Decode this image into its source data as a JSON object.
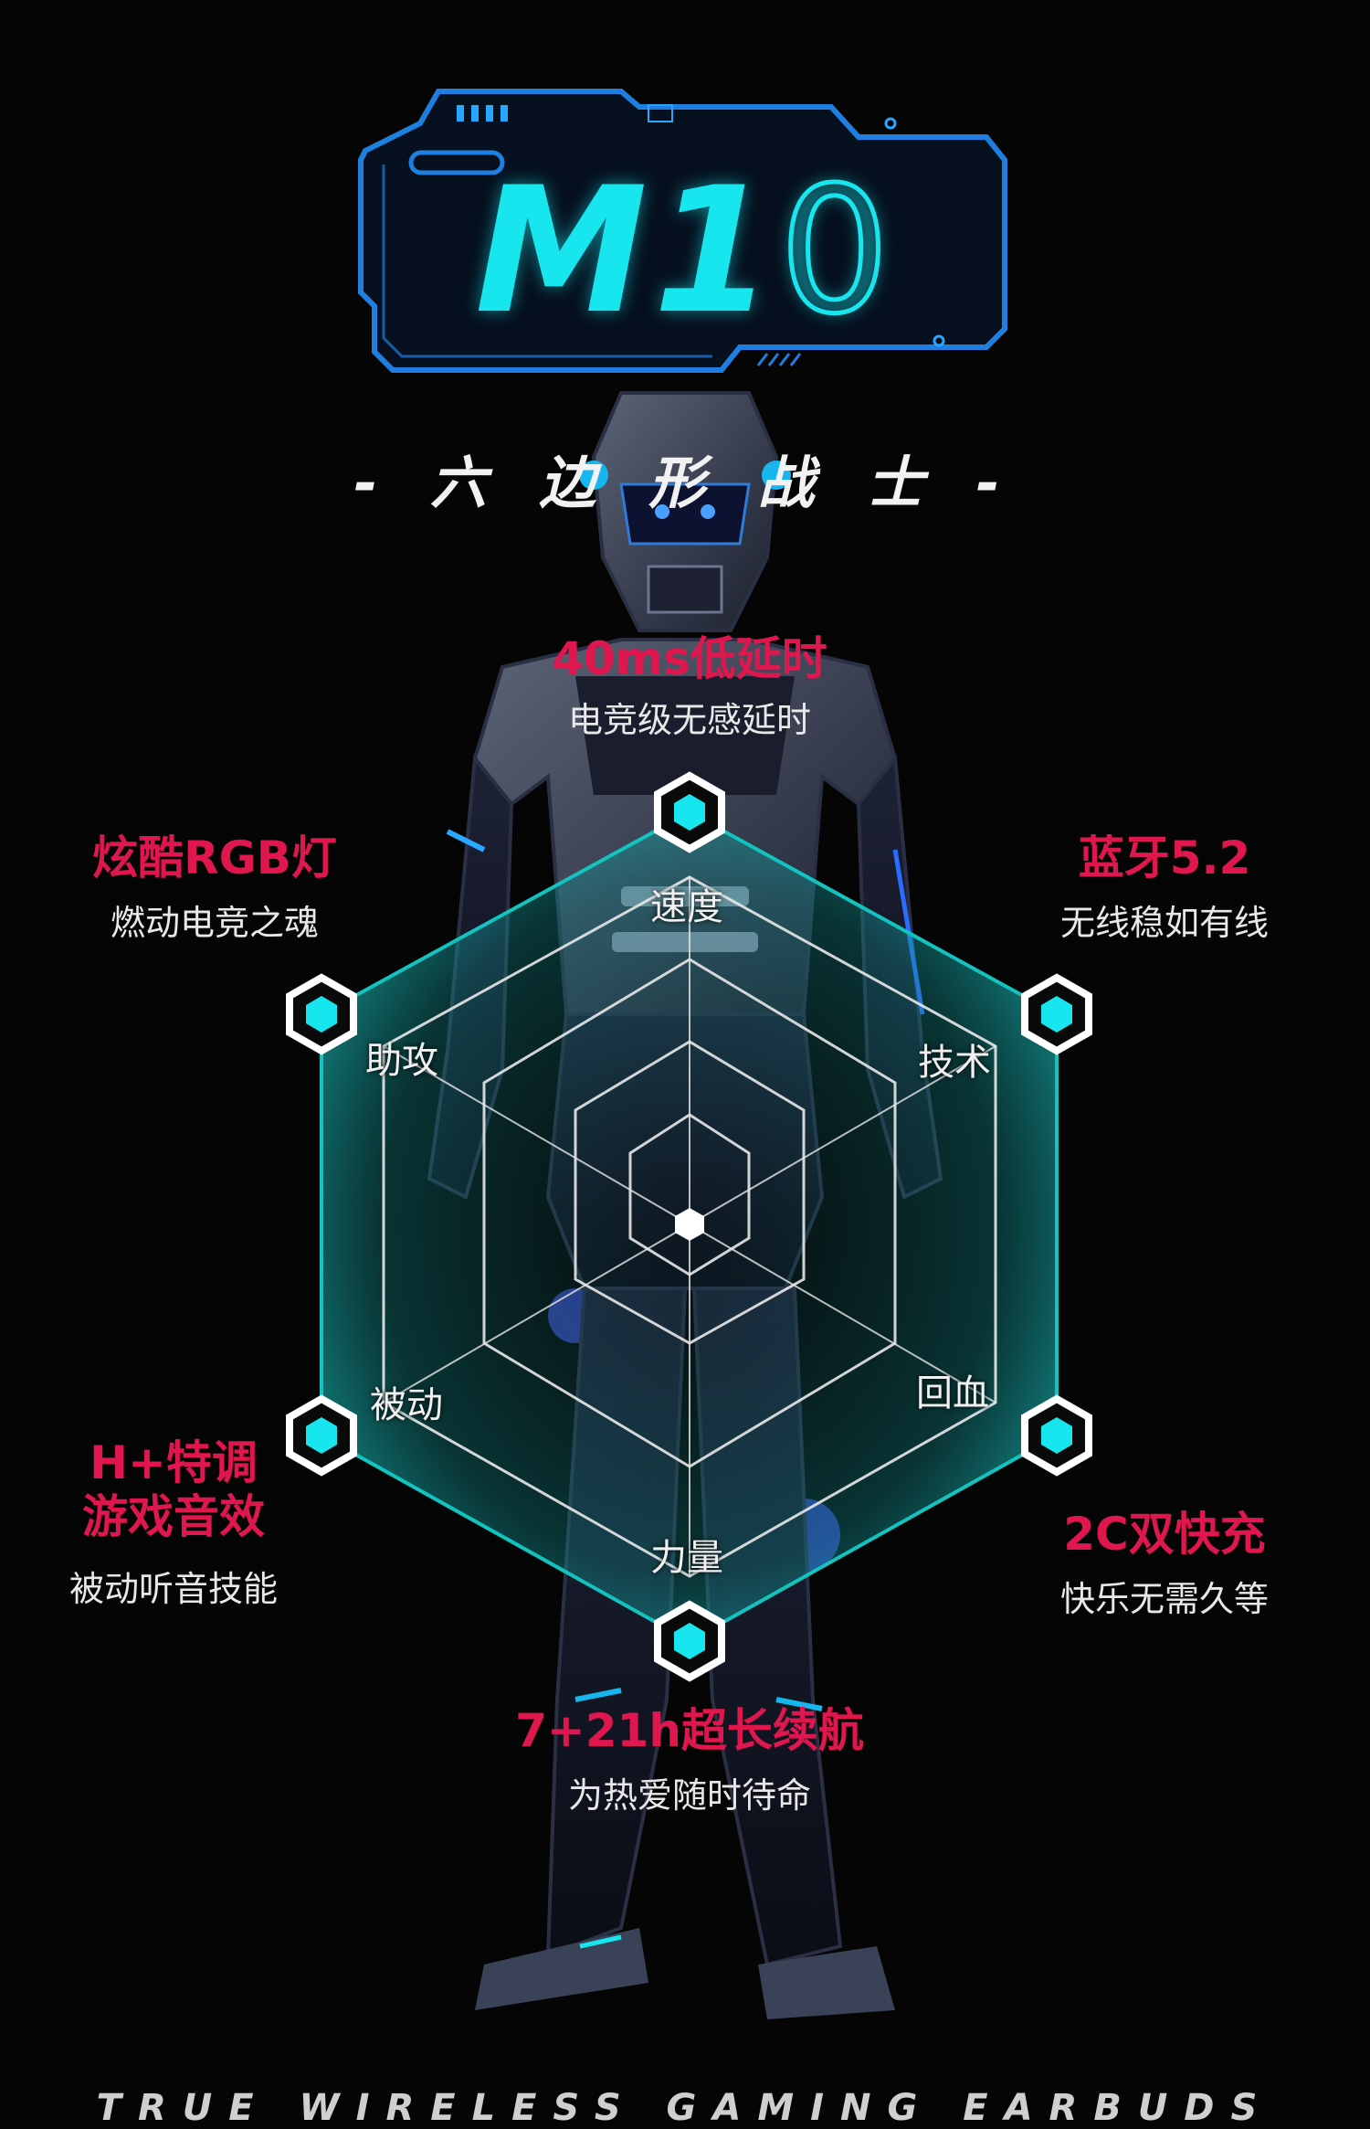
{
  "title": {
    "model": "M1",
    "model_suffix": "0",
    "subtitle": "- 六 边 形 战 士 -"
  },
  "colors": {
    "accent_cyan": "#18e6ee",
    "accent_red": "#e0174f",
    "badge_blue": "#1f7fe0",
    "hex_fill": "#11a8a6"
  },
  "radar": {
    "axes": [
      {
        "label": "速度"
      },
      {
        "label": "技术"
      },
      {
        "label": "回血"
      },
      {
        "label": "力量"
      },
      {
        "label": "被动"
      },
      {
        "label": "助攻"
      }
    ]
  },
  "features": {
    "top": {
      "title": "40ms低延时",
      "desc": "电竞级无感延时"
    },
    "top_right": {
      "title": "蓝牙5.2",
      "desc": "无线稳如有线"
    },
    "bottom_right": {
      "title": "2C双快充",
      "desc": "快乐无需久等"
    },
    "bottom": {
      "title": "7+21h超长续航",
      "desc": "为热爱随时待命"
    },
    "bottom_left": {
      "title_line1": "H+特调",
      "title_line2": "游戏音效",
      "desc": "被动听音技能"
    },
    "top_left": {
      "title": "炫酷RGB灯",
      "desc": "燃动电竞之魂"
    }
  },
  "footer": {
    "text": "TRUE  WIRELESS  GAMING  EARBUDS"
  }
}
